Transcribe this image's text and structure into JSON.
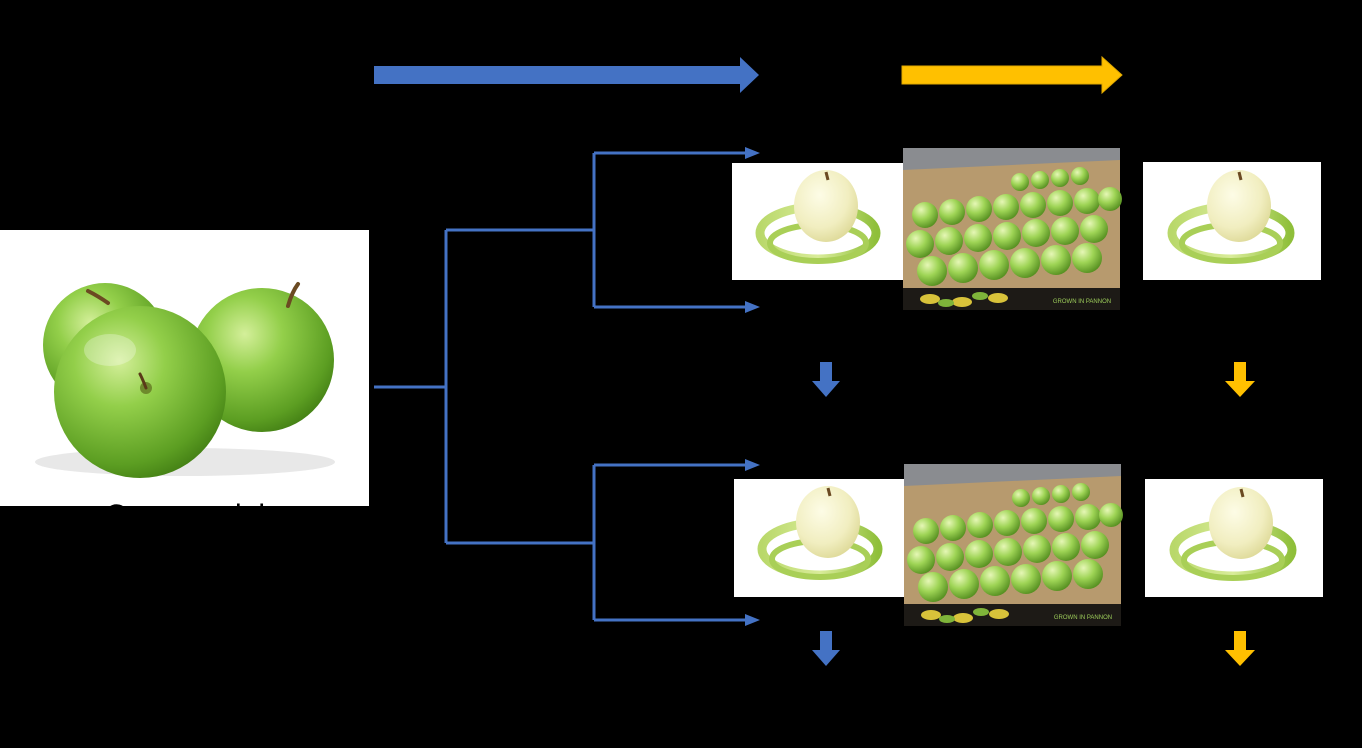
{
  "source_photo": {
    "caption": "Commercial",
    "icon": "green-apples-photo"
  },
  "colors": {
    "background": "#000000",
    "connector": "#4472C4",
    "blue_arrow": "#4472C4",
    "yellow_arrow": "#FFC000",
    "apple_green": "#7DBE3A",
    "peeled_apple": "#F3F1C6"
  },
  "rows": [
    {
      "peeled_left": "peeled-apple-photo",
      "crate": "apple-crate-photo",
      "peeled_right": "peeled-apple-photo"
    },
    {
      "peeled_left": "peeled-apple-photo",
      "crate": "apple-crate-photo",
      "peeled_right": "peeled-apple-photo"
    }
  ],
  "crate_print": "GROWN IN PANNON"
}
